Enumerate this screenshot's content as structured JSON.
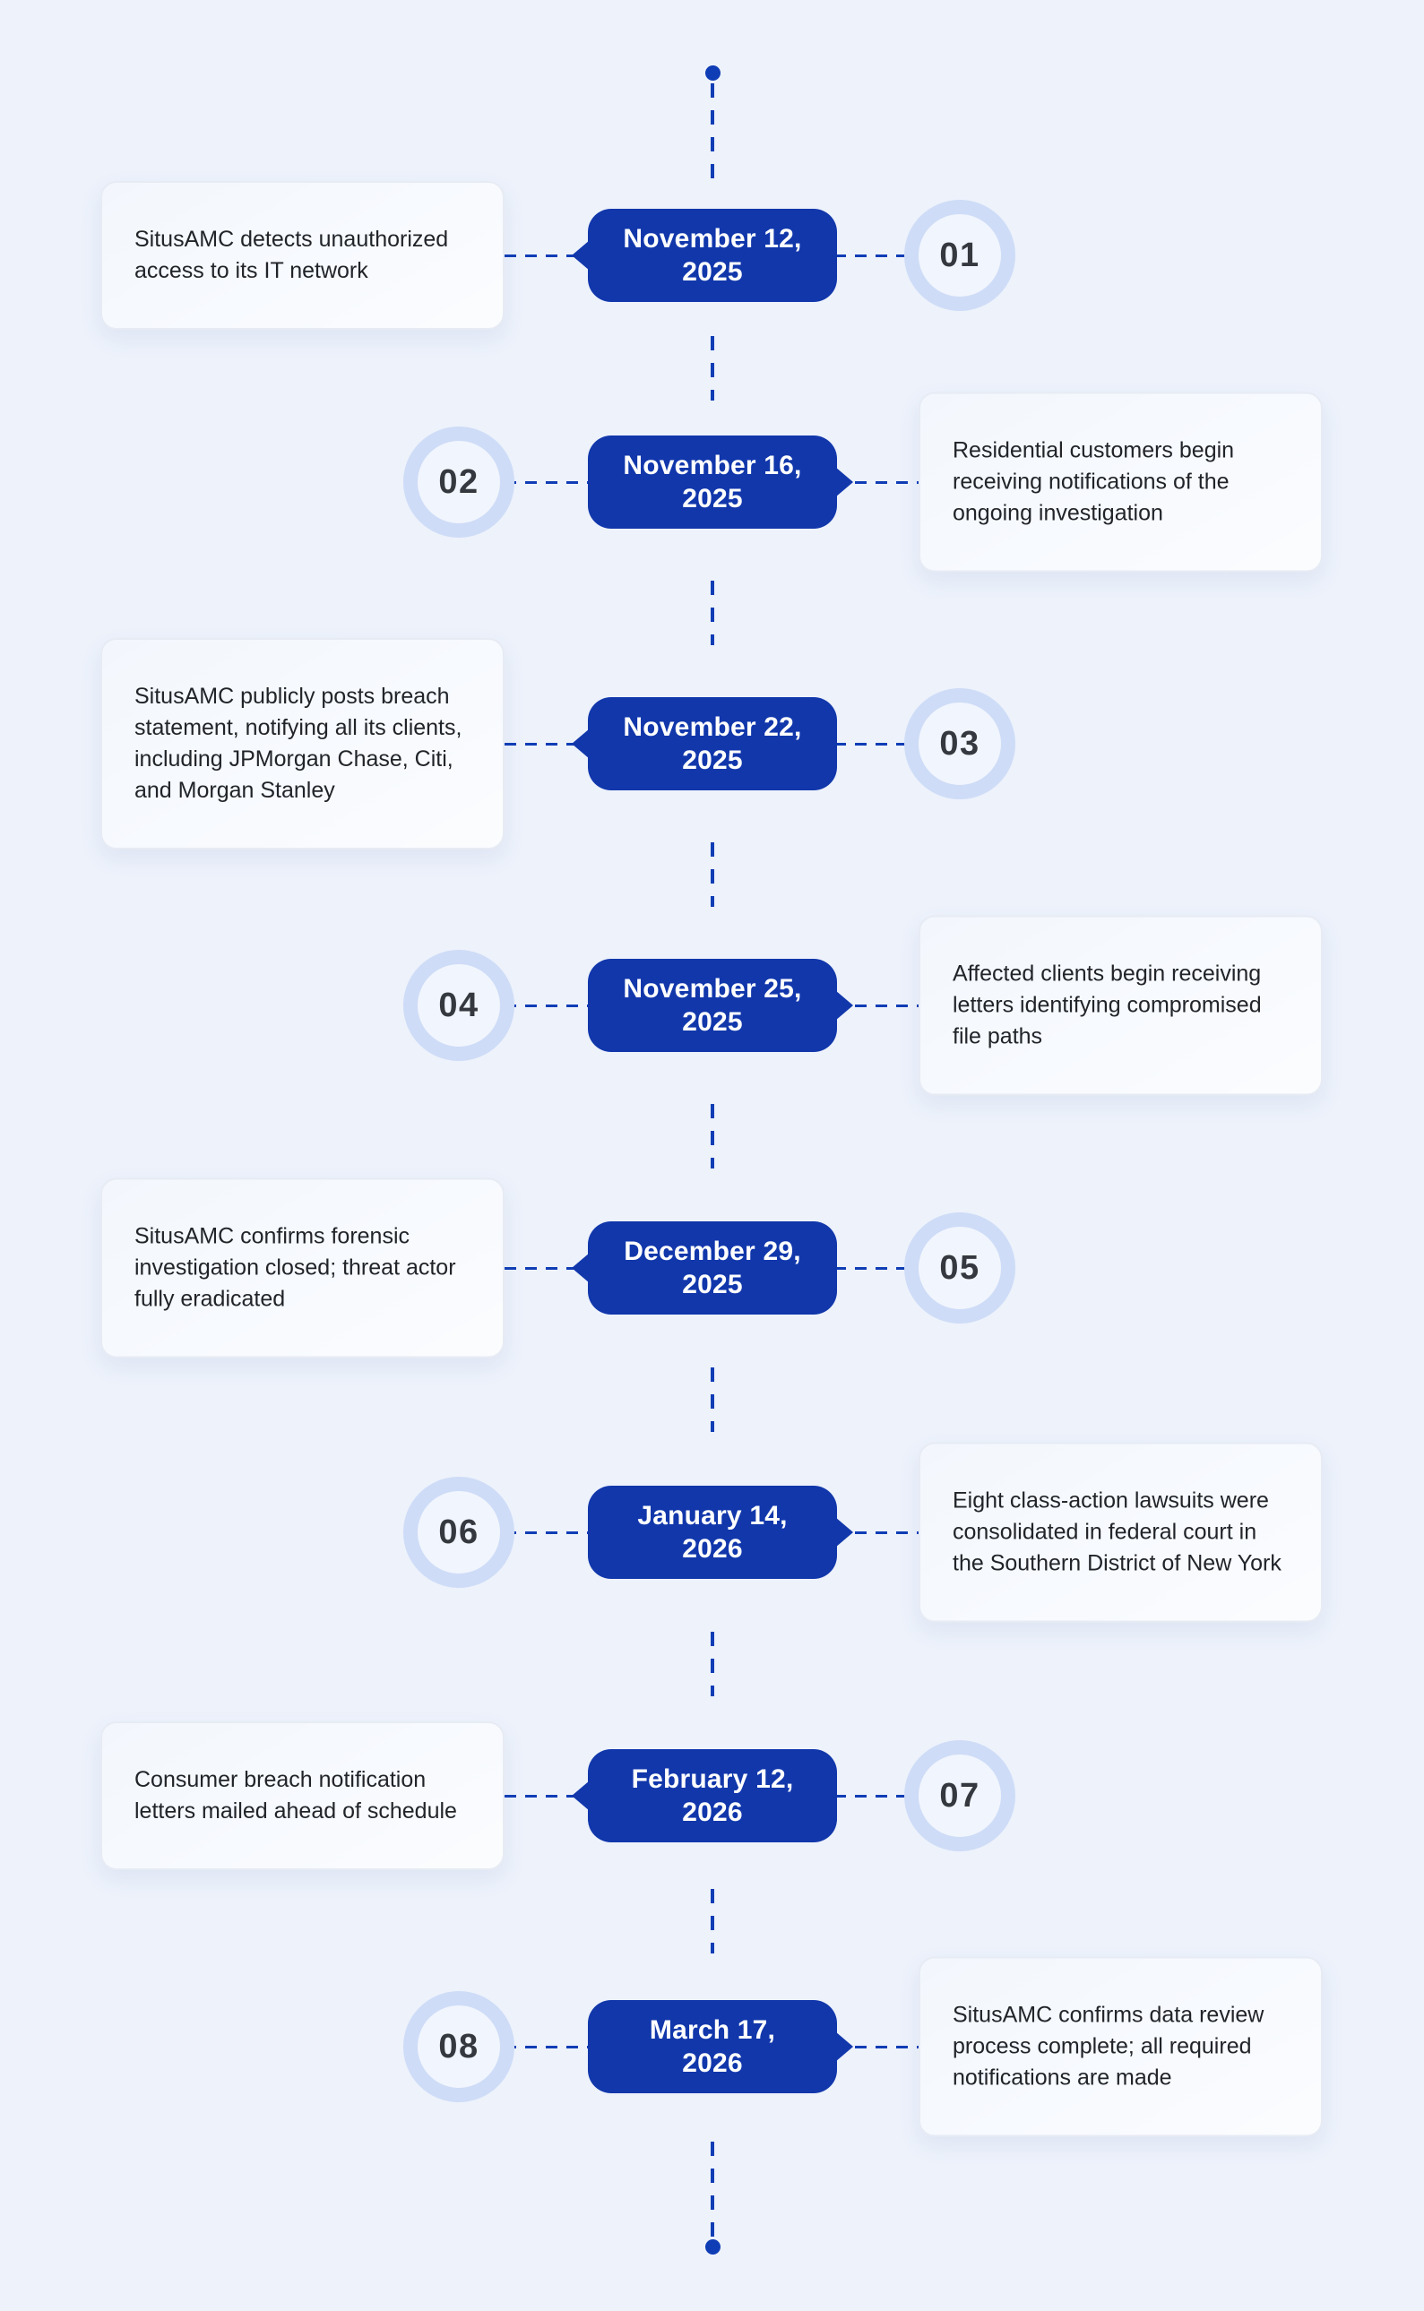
{
  "colors": {
    "background": "#edf2fb",
    "pill": "#1137ab",
    "pill_text": "#ffffff",
    "line": "#0f3db5",
    "ring": "#cedcf7",
    "circle_fill": "#f1f5fd",
    "number": "#35393f",
    "card_bg": "#f3f7fd",
    "card_border": "#e7ebf4",
    "card_text": "#212429"
  },
  "timeline": {
    "rows": [
      {
        "number": "01",
        "date_lines": [
          "November 12,",
          "2025"
        ],
        "description": "SitusAMC detects unauthorized access to its IT network",
        "card_side": "left"
      },
      {
        "number": "02",
        "date_lines": [
          "November 16,",
          "2025"
        ],
        "description": "Residential customers begin receiving notifications of the ongoing investigation",
        "card_side": "right"
      },
      {
        "number": "03",
        "date_lines": [
          "November 22,",
          "2025"
        ],
        "description": "SitusAMC publicly posts breach statement, notifying all its clients, including JPMorgan Chase, Citi, and Morgan Stanley",
        "card_side": "left"
      },
      {
        "number": "04",
        "date_lines": [
          "November 25,",
          "2025"
        ],
        "description": "Affected clients begin receiving letters identifying compromised file paths",
        "card_side": "right"
      },
      {
        "number": "05",
        "date_lines": [
          "December 29,",
          "2025"
        ],
        "description": "SitusAMC confirms forensic investigation closed; threat actor fully eradicated",
        "card_side": "left"
      },
      {
        "number": "06",
        "date_lines": [
          "January 14,",
          "2026"
        ],
        "description": "Eight class-action lawsuits were consolidated in federal court in the Southern District of New York",
        "card_side": "right"
      },
      {
        "number": "07",
        "date_lines": [
          "February 12,",
          "2026"
        ],
        "description": "Consumer breach notification letters mailed ahead of schedule",
        "card_side": "left"
      },
      {
        "number": "08",
        "date_lines": [
          "March 17,",
          "2026"
        ],
        "description": "SitusAMC confirms data review process complete; all required notifications are made",
        "card_side": "right"
      }
    ]
  }
}
